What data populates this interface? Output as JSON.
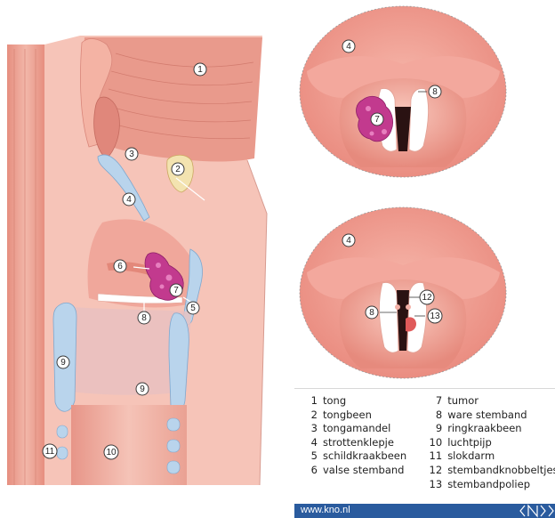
{
  "labels": {
    "sagittal": [
      {
        "id": "sag-1",
        "text": "1"
      },
      {
        "id": "sag-2",
        "text": "2"
      },
      {
        "id": "sag-3",
        "text": "3"
      },
      {
        "id": "sag-4",
        "text": "4"
      },
      {
        "id": "sag-5",
        "text": "5"
      },
      {
        "id": "sag-6",
        "text": "6"
      },
      {
        "id": "sag-7",
        "text": "7"
      },
      {
        "id": "sag-8",
        "text": "8"
      },
      {
        "id": "sag-9a",
        "text": "9"
      },
      {
        "id": "sag-9b",
        "text": "9"
      },
      {
        "id": "sag-10",
        "text": "10"
      },
      {
        "id": "sag-11",
        "text": "11"
      }
    ],
    "top_view": [
      {
        "id": "top-4",
        "text": "4"
      },
      {
        "id": "top-7",
        "text": "7"
      },
      {
        "id": "top-8",
        "text": "8"
      }
    ],
    "bottom_view": [
      {
        "id": "bot-4",
        "text": "4"
      },
      {
        "id": "bot-8",
        "text": "8"
      },
      {
        "id": "bot-12",
        "text": "12"
      },
      {
        "id": "bot-13",
        "text": "13"
      }
    ]
  },
  "legend": {
    "left": [
      {
        "num": "1",
        "label": "tong"
      },
      {
        "num": "2",
        "label": "tongbeen"
      },
      {
        "num": "3",
        "label": "tongamandel"
      },
      {
        "num": "4",
        "label": "strottenklepje"
      },
      {
        "num": "5",
        "label": "schildkraakbeen"
      },
      {
        "num": "6",
        "label": "valse stemband"
      }
    ],
    "right": [
      {
        "num": "7",
        "label": "tumor"
      },
      {
        "num": "8",
        "label": "ware stemband"
      },
      {
        "num": "9",
        "label": "ringkraakbeen"
      },
      {
        "num": "10",
        "label": "luchtpijp"
      },
      {
        "num": "11",
        "label": "slokdarm"
      },
      {
        "num": "12",
        "label": "stembandknobbeltjes"
      },
      {
        "num": "13",
        "label": "stembandpoliep"
      }
    ]
  },
  "footer": {
    "url": "www.kno.nl",
    "logo_text": "KNO"
  },
  "colors": {
    "tissue": "#f0b0a3",
    "tissue_light": "#f8cfc4",
    "muscle": "#e79386",
    "cartilage": "#b9d4ec",
    "bone": "#f3e3b0",
    "tumor": "#c23a8e",
    "footer": "#2a5b9e"
  }
}
